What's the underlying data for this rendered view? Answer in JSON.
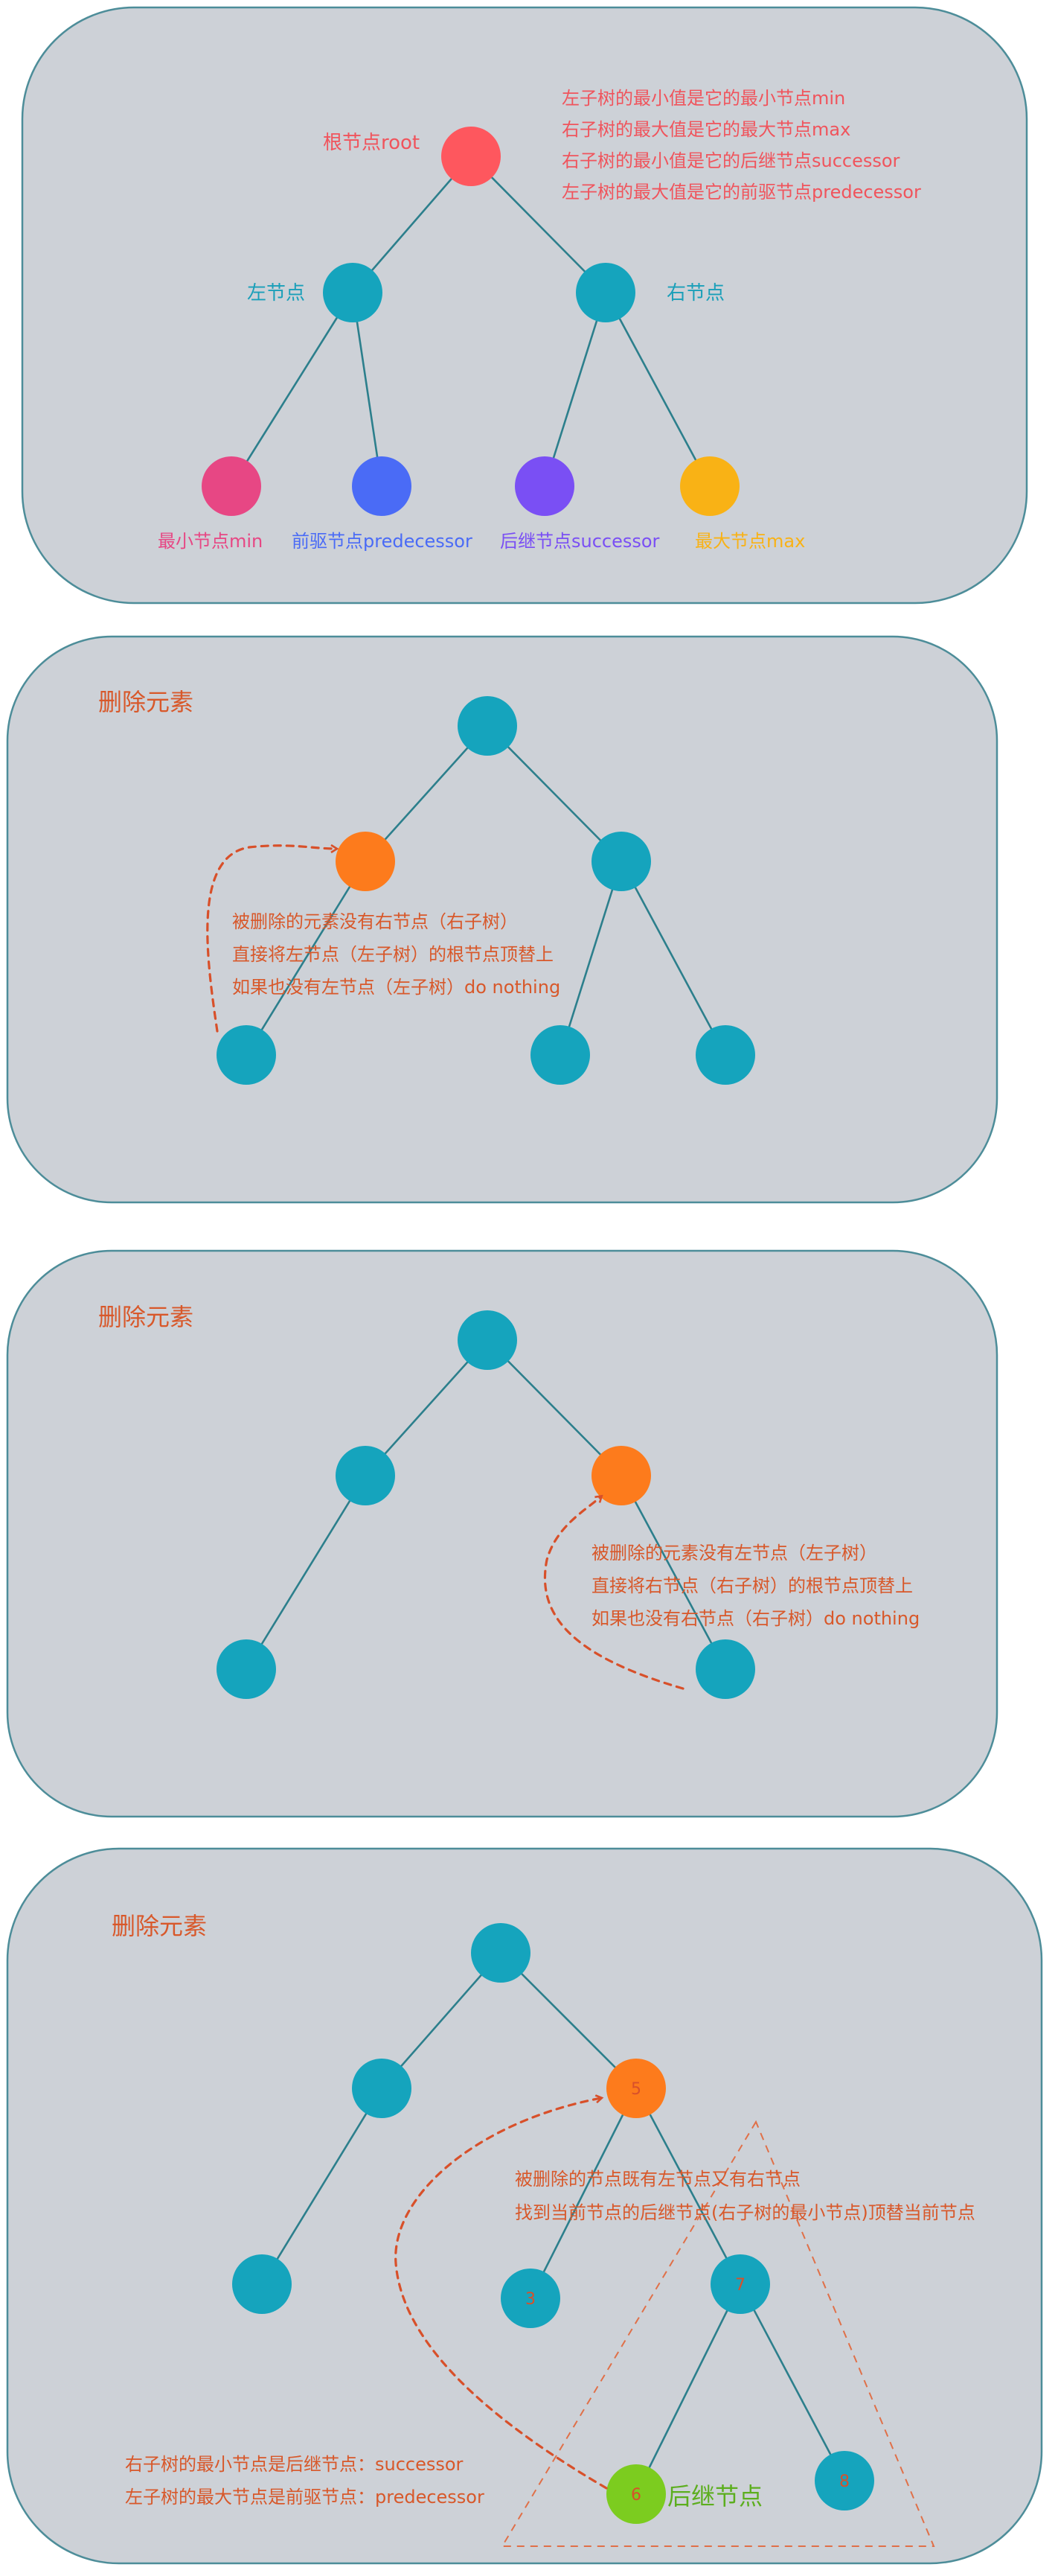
{
  "colors": {
    "panel_bg": "#cdd1d7",
    "panel_border": "#4d8d99",
    "teal_node": "#15a4bd",
    "root_red": "#fe575e",
    "pink": "#e74784",
    "blue": "#4a6bf6",
    "purple": "#7a4ff4",
    "amber": "#f9b215",
    "orange_node": "#fd7b1c",
    "green_node": "#7ccc1f",
    "annotation_red": "#d8502a"
  },
  "panel1": {
    "root_label": "根节点root",
    "left_label": "左节点",
    "right_label": "右节点",
    "notes": [
      "左子树的最小值是它的最小节点min",
      "右子树的最大值是它的最大节点max",
      "右子树的最小值是它的后继节点successor",
      "左子树的最大值是它的前驱节点predecessor"
    ],
    "leaf_labels": [
      "最小节点min",
      "前驱节点predecessor",
      "后继节点successor",
      "最大节点max"
    ]
  },
  "panel2": {
    "title": "删除元素",
    "notes": [
      "被删除的元素没有右节点（右子树）",
      "直接将左节点（左子树）的根节点顶替上",
      "如果也没有左节点（左子树）do nothing"
    ]
  },
  "panel3": {
    "title": "删除元素",
    "notes": [
      "被删除的元素没有左节点（左子树）",
      "直接将右节点（右子树）的根节点顶替上",
      "如果也没有右节点（右子树）do nothing"
    ]
  },
  "panel4": {
    "title": "删除元素",
    "notes": [
      "被删除的节点既有左节点又有右节点",
      "找到当前节点的后继节点(右子树的最小节点)顶替当前节点"
    ],
    "node_values": [
      "5",
      "3",
      "7",
      "6",
      "8"
    ],
    "successor_label": "后继节点",
    "bottom_notes": [
      "右子树的最小节点是后继节点：successor",
      "左子树的最大节点是前驱节点：predecessor"
    ]
  }
}
